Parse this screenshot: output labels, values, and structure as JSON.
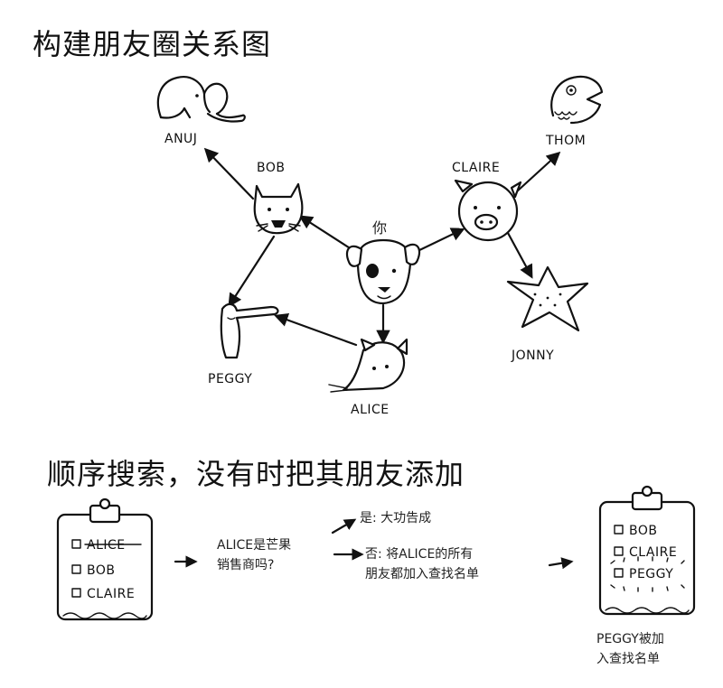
{
  "title_top": "构建朋友圈关系图",
  "title_bottom": "顺序搜索，没有时把其朋友添加",
  "graph": {
    "you": "你",
    "nodes": {
      "anuj": "ANUJ",
      "bob": "BOB",
      "claire": "CLAIRE",
      "thom": "THOM",
      "jonny": "JONNY",
      "peggy": "PEGGY",
      "alice": "ALICE"
    }
  },
  "flow": {
    "queue_left": [
      {
        "label": "ALICE",
        "struck": true
      },
      {
        "label": "BOB",
        "struck": false
      },
      {
        "label": "CLAIRE",
        "struck": false
      }
    ],
    "question": [
      "ALICE是芒果",
      "销售商吗?"
    ],
    "yes_text": "是: 大功告成",
    "no_text": [
      "否: 将ALICE的所有",
      "朋友都加入查找名单"
    ],
    "queue_right": [
      "BOB",
      "CLAIRE",
      "PEGGY"
    ],
    "caption": [
      "PEGGY被加",
      "入查找名单"
    ]
  }
}
